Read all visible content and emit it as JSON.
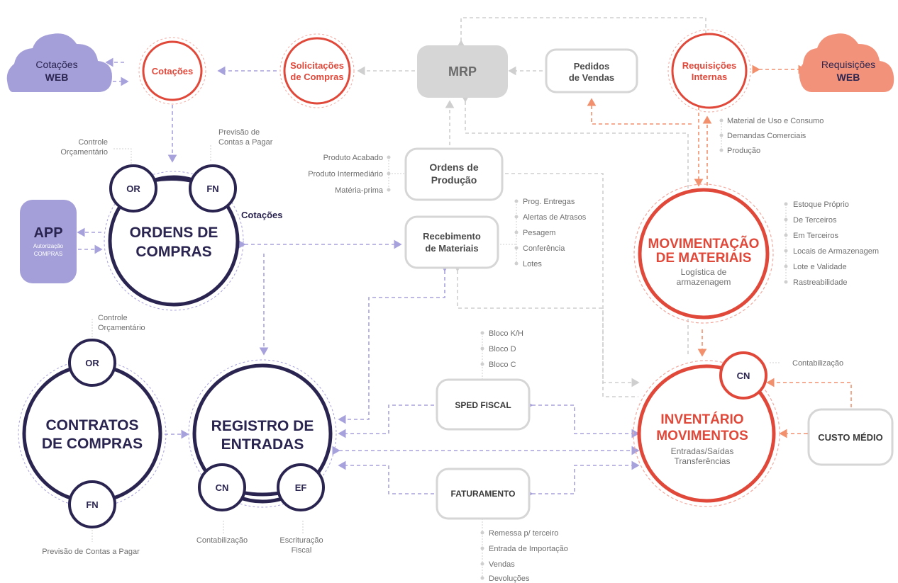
{
  "colors": {
    "navy": "#2a2450",
    "red": "#e0483a",
    "purple_cloud": "#a49fd8",
    "salmon_cloud": "#f3927a",
    "grey_box": "#d6d6d6",
    "connector_purple": "#a7a1dc",
    "connector_grey": "#cfcfcf",
    "connector_orange": "#f2906e"
  },
  "clouds": {
    "cotacoes_web": {
      "line1": "Cotações",
      "line2": "WEB"
    },
    "requisicoes_web": {
      "line1": "Requisições",
      "line2": "WEB"
    }
  },
  "red_nodes": {
    "cotacoes": "Cotações",
    "solicitacoes": {
      "line1": "Solicitações",
      "line2": "de Compras"
    },
    "requisicoes": {
      "line1": "Requisições",
      "line2": "Internas"
    },
    "movimentacao": {
      "line1": "MOVIMENTAÇÃO",
      "line2": "DE MATERIAIS",
      "sub1": "Logística de",
      "sub2": "armazenagem"
    },
    "inventario": {
      "line1": "INVENTÁRIO",
      "line2": "MOVIMENTOS",
      "sub1": "Entradas/Saídas",
      "sub2": "Transferências",
      "badge": "CN"
    }
  },
  "grey_nodes": {
    "mrp": "MRP",
    "pedidos": {
      "line1": "Pedidos",
      "line2": "de Vendas"
    },
    "ordens_producao": {
      "line1": "Ordens de",
      "line2": "Produção"
    },
    "recebimento": {
      "line1": "Recebimento",
      "line2": "de Materiais"
    },
    "sped": "SPED FISCAL",
    "faturamento": "FATURAMENTO",
    "custo_medio": "CUSTO MÉDIO"
  },
  "app_box": {
    "title": "APP",
    "line1": "Autorização",
    "line2": "COMPRAS"
  },
  "navy_nodes": {
    "ordens_compras": {
      "line1": "ORDENS DE",
      "line2": "COMPRAS",
      "badge_left": "OR",
      "badge_right": "FN",
      "side_label": "Cotações"
    },
    "contratos": {
      "line1": "CONTRATOS",
      "line2": "DE COMPRAS",
      "badge_top": "OR",
      "badge_bottom": "FN"
    },
    "registro": {
      "line1": "REGISTRO DE",
      "line2": "ENTRADAS",
      "badge_left": "CN",
      "badge_right": "EF"
    }
  },
  "labels": {
    "controle_orc_1": {
      "line1": "Controle",
      "line2": "Orçamentário"
    },
    "previsao_1": {
      "line1": "Previsão de",
      "line2": "Contas a Pagar"
    },
    "controle_orc_2": {
      "line1": "Controle",
      "line2": "Orçamentário"
    },
    "previsao_2": "Previsão de Contas a Pagar",
    "contabilizacao_reg": "Contabilização",
    "escrituracao": {
      "line1": "Escrituração",
      "line2": "Fiscal"
    },
    "contabilizacao_inv": "Contabilização"
  },
  "lists": {
    "producao_inputs": [
      "Produto Acabado",
      "Produto Intermediário",
      "Matéria-prima"
    ],
    "recebimento": [
      "Prog. Entregas",
      "Alertas de Atrasos",
      "Pesagem",
      "Conferência",
      "Lotes"
    ],
    "requisicoes": [
      "Material de Uso e Consumo",
      "Demandas Comerciais",
      "Produção"
    ],
    "estoque": [
      "Estoque Próprio",
      "De Terceiros",
      "Em Terceiros",
      "Locais de Armazenagem",
      "Lote e Validade",
      "Rastreabilidade"
    ],
    "sped": [
      "Bloco K/H",
      "Bloco D",
      "Bloco C"
    ],
    "faturamento": [
      "Remessa p/ terceiro",
      "Entrada de Importação",
      "Vendas",
      "Devoluções"
    ]
  }
}
